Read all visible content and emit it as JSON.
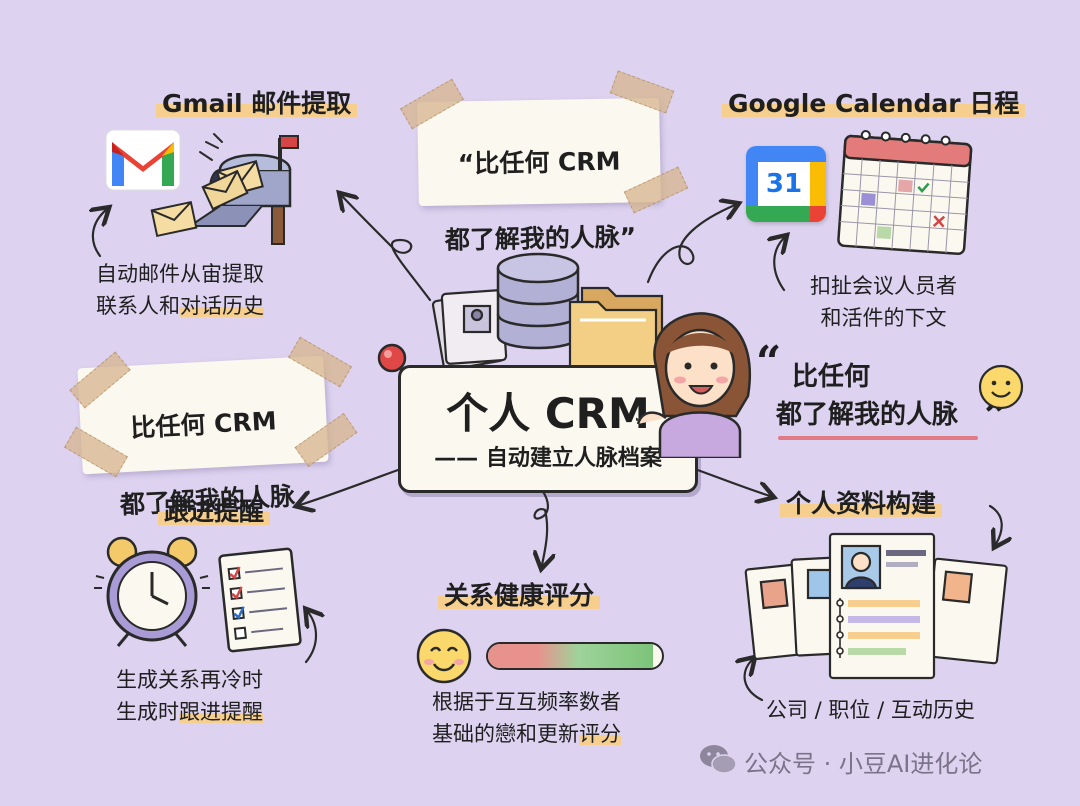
{
  "center": {
    "title": "个人 CRM",
    "subtitle": "—— 自动建立人脉档案"
  },
  "gmail": {
    "title": "Gmail 邮件提取",
    "desc_line1": "自动邮件从宙提取",
    "desc_line2_plain": "联系人和",
    "desc_line2_highlight": "对话历史"
  },
  "calendar": {
    "title": "Google Calendar 日程",
    "icon_number": "31",
    "desc_line1": "扣扯会议人员者",
    "desc_line2": "和活件的下文"
  },
  "quote_top": {
    "line1": "“比任何 CRM",
    "line2": "都了解我的人脉”"
  },
  "quote_left": {
    "line1": "比任何 CRM",
    "line2": "都了解我的人脉"
  },
  "quote_right": {
    "open_mark": "“",
    "line1": "比任何",
    "line2": "都了解我的人脉",
    "close_mark": "”"
  },
  "followup": {
    "title": "跟进提醒",
    "desc_line1": "生成关系再冷时",
    "desc_line2_plain": "生成时",
    "desc_line2_highlight": "跟进提醒"
  },
  "health": {
    "title": "关系健康评分",
    "desc_line1": "根据于互互频率数者",
    "desc_line2_plain": "基础的戀和更新",
    "desc_line2_highlight": "评分",
    "bar_level": 0.95
  },
  "profile": {
    "title": "个人资料构建",
    "desc": "公司 / 职位 / 互动历史"
  },
  "watermark": {
    "text": "公众号 · 小豆AI进化论"
  },
  "colors": {
    "background": "#ddd3f0",
    "highlight": "#f6cf8e",
    "paper": "#fbf8ef",
    "accent_pink": "#e07b86"
  }
}
